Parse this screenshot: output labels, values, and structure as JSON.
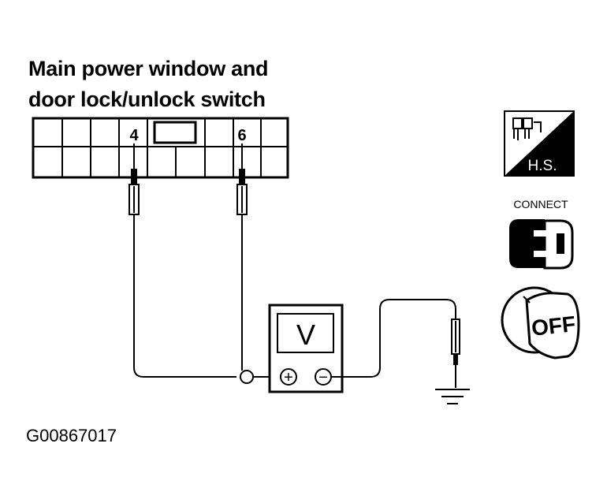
{
  "title": {
    "line1": "Main power window and",
    "line2": "door lock/unlock switch"
  },
  "connector": {
    "pins": [
      {
        "label": "4"
      },
      {
        "label": "6"
      }
    ]
  },
  "meter": {
    "label": "V",
    "plus_terminal": "+",
    "minus_terminal": "−"
  },
  "side_icons": {
    "harness_side": {
      "label": "H.S.",
      "icon": "harness-side-icon"
    },
    "connect": {
      "label": "CONNECT",
      "icon": "connector-connect-icon"
    },
    "ignition": {
      "label": "OFF",
      "icon": "ignition-key-off-icon"
    }
  },
  "figure_id": "G00867017",
  "colors": {
    "ink": "#000000",
    "paper": "#ffffff"
  }
}
